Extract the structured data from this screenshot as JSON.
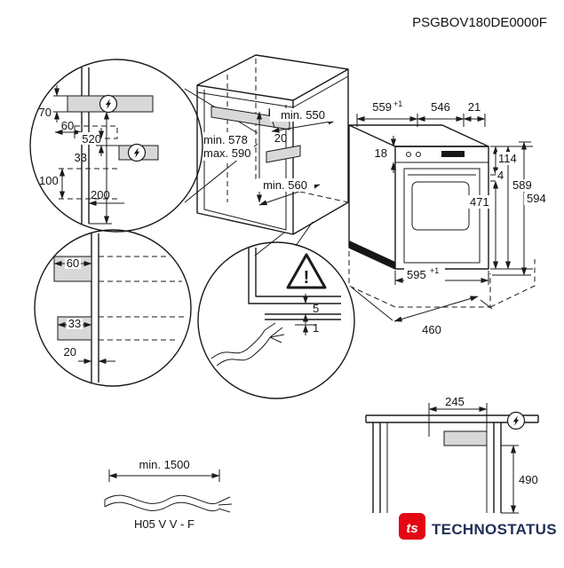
{
  "header": {
    "product_code": "PSGBOV180DE0000F"
  },
  "colors": {
    "line": "#1a1a1a",
    "shade_gray": "#d8d8d8",
    "logo_red": "#e30613",
    "logo_navy": "#223058"
  },
  "detail_side_mount": {
    "d70": "70",
    "d60": "60",
    "d520": "520",
    "d33": "33",
    "d100": "100",
    "d200": "200"
  },
  "cabinet_niche": {
    "min_width": "min. 550",
    "top_thickness": "20",
    "min_height": "min. 578",
    "max_height": "max. 590",
    "min_depth": "min. 560"
  },
  "oven": {
    "w559": "559",
    "w559_tol": "+1",
    "w546": "546",
    "g21": "21",
    "g18": "18",
    "h114": "114",
    "g4": "4",
    "h471": "471",
    "h589": "589",
    "h594": "594",
    "w595": "595",
    "w595_tol": "+1",
    "d460": "460"
  },
  "detail_bottom_mount": {
    "d60": "60",
    "d33": "33",
    "d20": "20"
  },
  "detail_floor_gap": {
    "d5": "5",
    "d1": "1",
    "warning_mark": "!"
  },
  "power_cable": {
    "min_length": "min. 1500",
    "cable_type": "H05 V V - F"
  },
  "front_view": {
    "d245": "245",
    "d490": "490"
  },
  "logo": {
    "mark": "ts",
    "name": "TECHNOSTATUS"
  }
}
